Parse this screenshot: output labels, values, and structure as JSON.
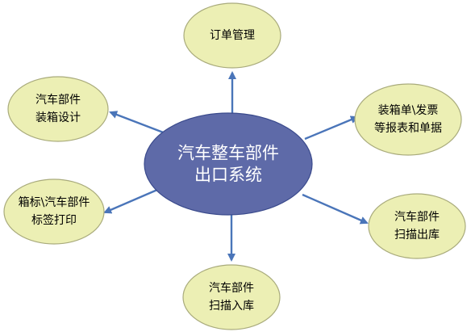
{
  "center": {
    "lines": [
      "汽车整车部件",
      "出口系统"
    ]
  },
  "satellites": [
    {
      "id": "order-management",
      "lines": [
        "订单管理"
      ]
    },
    {
      "id": "packing-list-invoice",
      "lines": [
        "装箱单\\发票",
        "等报表和单据"
      ]
    },
    {
      "id": "parts-scan-outbound",
      "lines": [
        "汽车部件",
        "扫描出库"
      ]
    },
    {
      "id": "parts-scan-inbound",
      "lines": [
        "汽车部件",
        "扫描入库"
      ]
    },
    {
      "id": "label-print",
      "lines": [
        "箱标\\汽车部件",
        "标签打印"
      ]
    },
    {
      "id": "packing-design",
      "lines": [
        "汽车部件",
        "装箱设计"
      ]
    }
  ],
  "colors": {
    "center_fill": "#5e6aa8",
    "center_stroke": "#3a4a8c",
    "center_text": "#ffffff",
    "node_fill": "#ecefb4",
    "node_stroke": "#a9ab7c",
    "node_text": "#000000",
    "arrow": "#4a75b9"
  }
}
